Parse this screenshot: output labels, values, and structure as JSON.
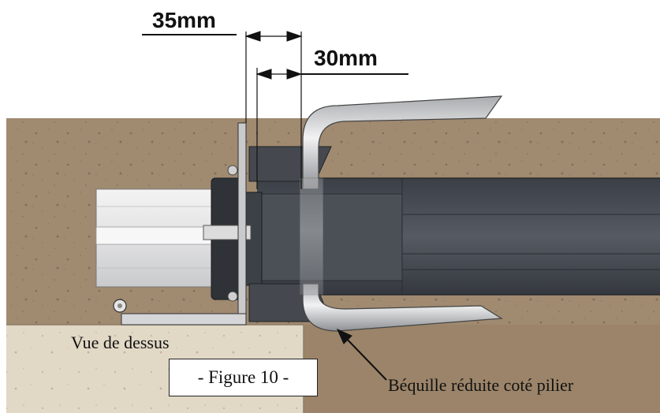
{
  "dimensions": {
    "outer": "35mm",
    "inner": "30mm"
  },
  "labels": {
    "view": "Vue de dessus",
    "figure": "- Figure 10 -",
    "kickstand": "Béquille réduite coté pilier"
  },
  "colors": {
    "concrete_top": "#a08a70",
    "concrete_bottom": "#e2d8c6",
    "metal_dark": "#4a4e55",
    "metal_light": "#d7d8da",
    "tube": "#c0c1c4",
    "outline": "#111111"
  }
}
